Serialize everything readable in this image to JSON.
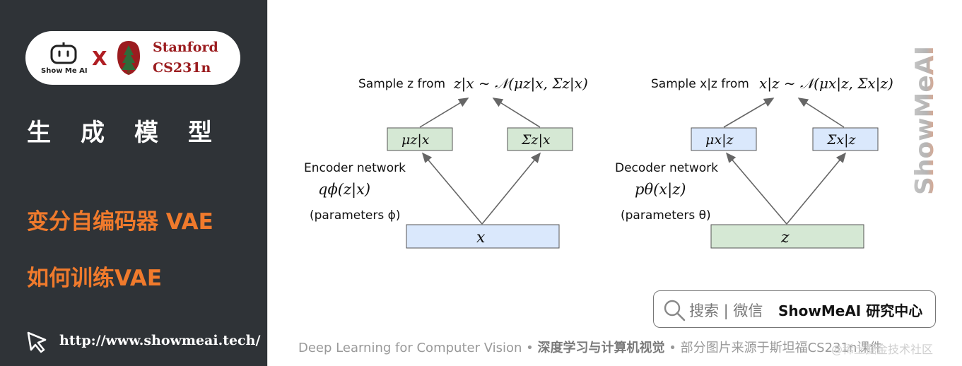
{
  "sidebar": {
    "logo": {
      "showme_label": "Show Me AI",
      "x_mark": "X",
      "stanford_name": "Stanford",
      "stanford_course": "CS231n"
    },
    "topic_title": "生成模型",
    "sections": [
      "变分自编码器 VAE",
      "如何训练VAE"
    ],
    "url": "http://www.showmeai.tech/"
  },
  "diagram": {
    "encoder": {
      "sample_text": "Sample z from",
      "dist_formula": "z|x ∼ 𝒩(μz|x, Σz|x)",
      "mu_box": "μz|x",
      "sigma_box": "Σz|x",
      "network_label": "Encoder network",
      "network_formula": "qϕ(z|x)",
      "params": "(parameters ϕ)",
      "input_box": "x"
    },
    "decoder": {
      "sample_text": "Sample x|z from",
      "dist_formula": "x|z ∼ 𝒩(μx|z, Σx|z)",
      "mu_box": "μx|z",
      "sigma_box": "Σx|z",
      "network_label": "Decoder network",
      "network_formula": "pθ(x|z)",
      "params": "(parameters θ)",
      "input_box": "z"
    }
  },
  "watermark": "ShowMeAI",
  "search": {
    "label": "搜索 | 微信",
    "brand": "ShowMeAI 研究中心"
  },
  "footer": {
    "course": "Deep Learning for Computer Vision",
    "sep": "•",
    "bold": "深度学习与计算机视觉",
    "note": "部分图片来源于斯坦福CS231n课件",
    "credit": "@稀土掘金技术社区"
  },
  "colors": {
    "sidebar_bg": "#2f3337",
    "accent_orange": "#f07a2c",
    "stanford_red": "#9b1c1f",
    "encoder_box": "#d5e8d4",
    "decoder_box": "#dae8fc"
  }
}
